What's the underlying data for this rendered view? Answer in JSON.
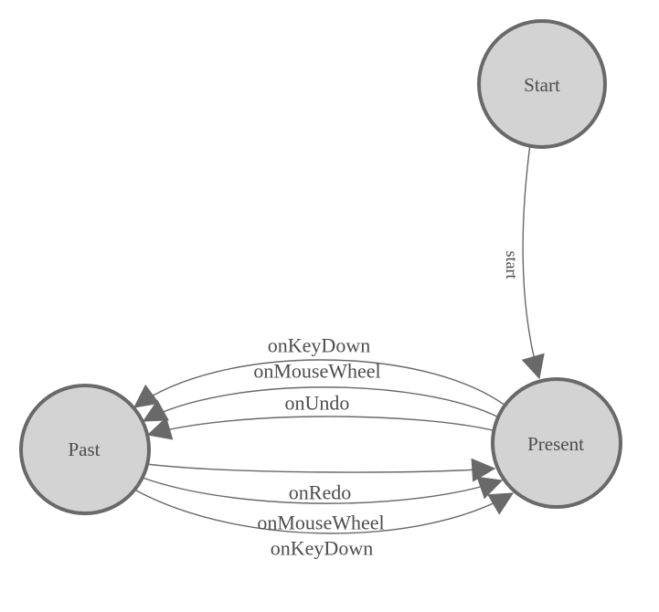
{
  "diagram": {
    "kind": "state-machine",
    "colors": {
      "background": "#ffffff",
      "node_fill": "#d3d3d3",
      "node_stroke": "#696969",
      "edge": "#696969",
      "arrowhead": "#696969",
      "text": "#4d4d4d"
    },
    "nodes": [
      {
        "id": "start",
        "label": "Start"
      },
      {
        "id": "past",
        "label": "Past"
      },
      {
        "id": "present",
        "label": "Present"
      }
    ],
    "edges": [
      {
        "from": "start",
        "to": "present",
        "label": "start"
      },
      {
        "from": "present",
        "to": "past",
        "label": "onKeyDown"
      },
      {
        "from": "present",
        "to": "past",
        "label": "onMouseWheel"
      },
      {
        "from": "present",
        "to": "past",
        "label": "onUndo"
      },
      {
        "from": "past",
        "to": "present",
        "label": "onRedo"
      },
      {
        "from": "past",
        "to": "present",
        "label": "onMouseWheel"
      },
      {
        "from": "past",
        "to": "present",
        "label": "onKeyDown"
      }
    ]
  }
}
